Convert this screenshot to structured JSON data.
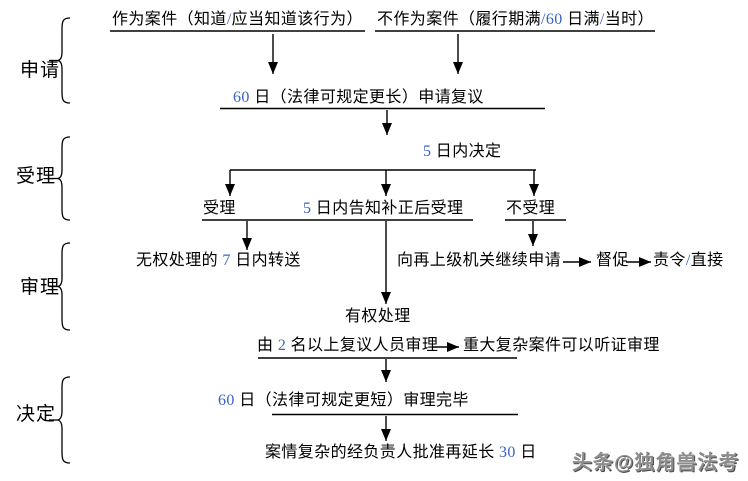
{
  "colors": {
    "accent": "#3b63c4",
    "line": "#000000",
    "watermark": "#8d8d8d"
  },
  "stages": [
    {
      "label": "申请"
    },
    {
      "label": "受理"
    },
    {
      "label": "审理"
    },
    {
      "label": "决定"
    }
  ],
  "flow": {
    "act_case": "作为案件（知道/应当知道该行为）",
    "omission_case": "不作为案件（履行期满/60 日满/当时）",
    "apply_review": "60 日（法律可规定更长）申请复议",
    "decide_5days": "5 日内决定",
    "accept": "受理",
    "notify_correct": "5 日内告知补正后受理",
    "reject": "不受理",
    "no_power_transfer": "无权处理的 7 日内转送",
    "continue_apply": "向再上级机关继续申请",
    "supervise": "督促",
    "order_direct": "责令/直接",
    "has_power": "有权处理",
    "two_reviewers": "由 2 名以上复议人员审理",
    "major_case_hearing": "重大复杂案件可以听证审理",
    "review_complete": "60 日（法律可规定更短）审理完毕",
    "complex_extend": "案情复杂的经负责人批准再延长 30 日"
  },
  "watermark": "头条@独角兽法考"
}
